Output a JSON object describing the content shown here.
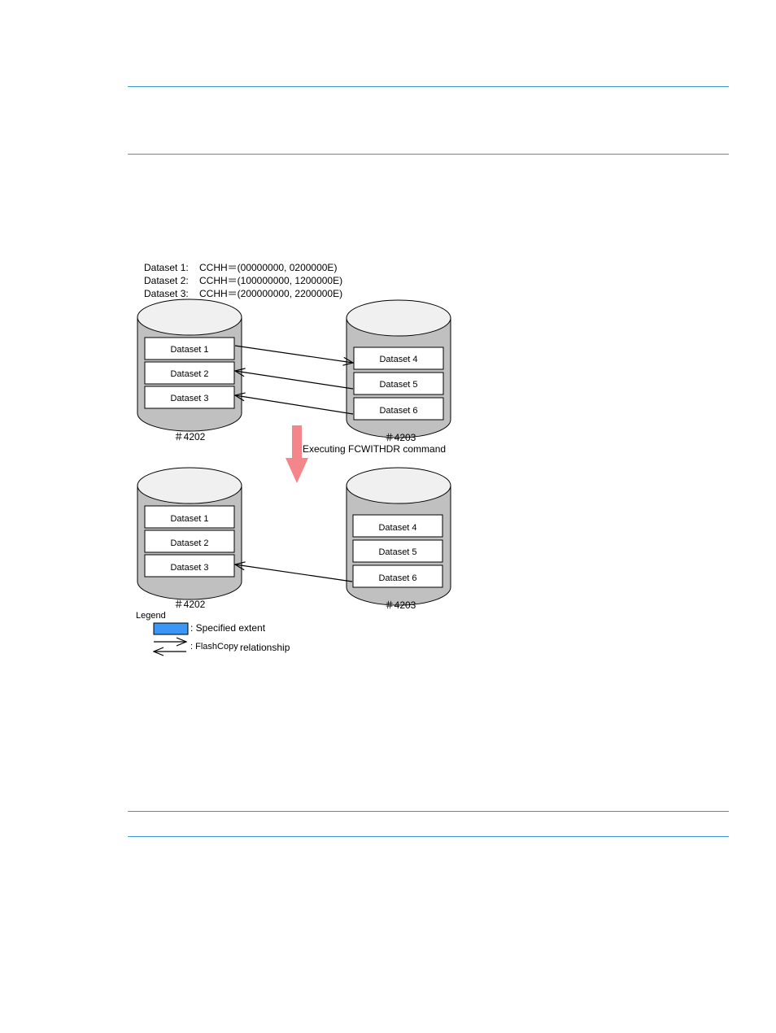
{
  "datasets_info": {
    "lines": [
      {
        "name": "Dataset 1:",
        "cchh": "CCHH＝(00000000, 0200000E)"
      },
      {
        "name": "Dataset 2:",
        "cchh": "CCHH＝(100000000, 1200000E)"
      },
      {
        "name": "Dataset 3:",
        "cchh": "CCHH＝(200000000, 2200000E)"
      }
    ]
  },
  "before": {
    "source_volume": {
      "label": "＃4202",
      "datasets": [
        "Dataset 1",
        "Dataset 2",
        "Dataset 3"
      ]
    },
    "target_volume": {
      "label": "＃4203",
      "datasets": [
        "Dataset 4",
        "Dataset 5",
        "Dataset 6"
      ]
    }
  },
  "transition": {
    "label": "Executing FCWITHDR command",
    "arrow_color": "#f4868b"
  },
  "after": {
    "source_volume": {
      "label": "＃4202",
      "datasets": [
        "Dataset 1",
        "Dataset 2",
        "Dataset 3"
      ]
    },
    "target_volume": {
      "label": "＃4203",
      "datasets": [
        "Dataset 4",
        "Dataset 5",
        "Dataset 6"
      ]
    }
  },
  "legend": {
    "title": "Legend",
    "extent_label": ": Specified extent",
    "relationship_label_a": ": FlashCopy",
    "relationship_label_b": "relationship",
    "extent_color": "#3b96f5"
  },
  "colors": {
    "rule": "#3a9ad9",
    "cylinder_body": "#c0c0c0",
    "cylinder_top": "#f0f0f0"
  }
}
